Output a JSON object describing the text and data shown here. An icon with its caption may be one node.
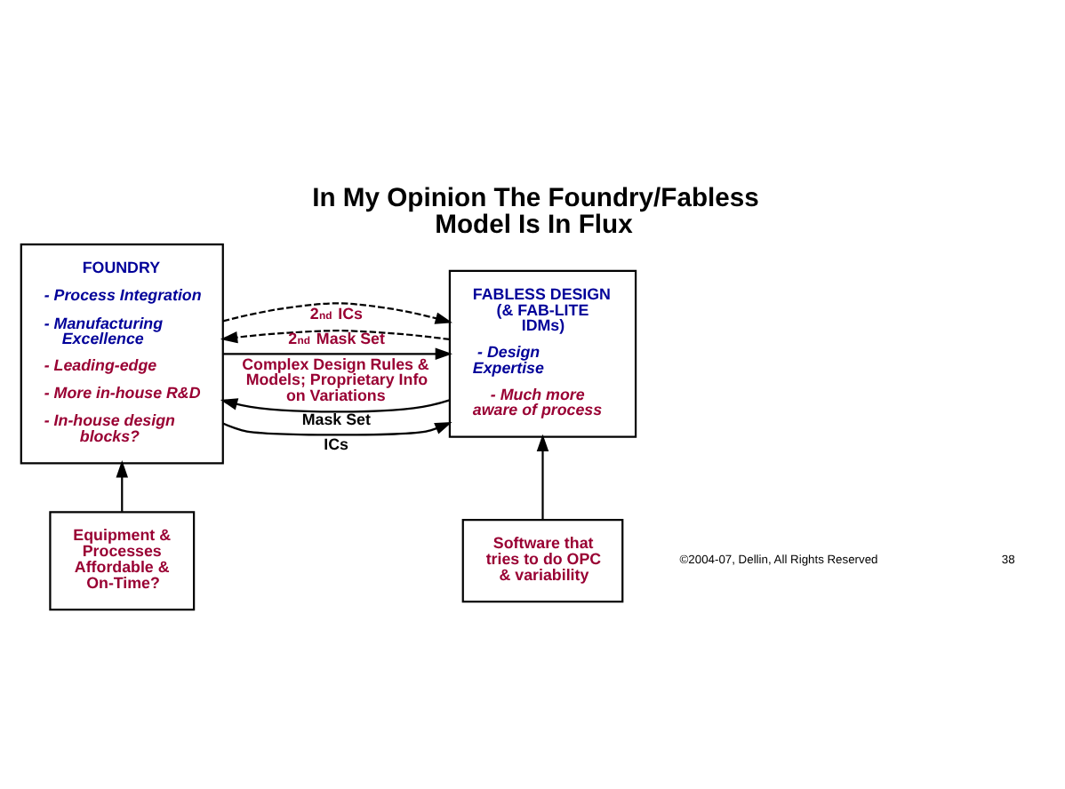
{
  "diagram": {
    "title": "In My Opinion The Foundry/Fabless Model Is In Flux",
    "nodes": [
      {
        "text": [
          "FOUNDRY",
          "- Process Integration",
          "- Manufacturing Excellence",
          "- Leading-edge",
          "- More in-house R&D",
          "- In-house design blocks?"
        ]
      },
      {
        "text": [
          "FABLESS DESIGN (& FAB-LITE IDMs)",
          "- Design Expertise",
          "- Much more aware of process"
        ]
      },
      {
        "text": [
          "Equipment & Processes Affordable & On-Time?"
        ]
      },
      {
        "text": [
          "Software that tries to do OPC & variability"
        ]
      }
    ],
    "edges": [
      {
        "from": 0,
        "to": 1,
        "arrow": "to",
        "label": "Complex Design Rules & Models; Proprietary Info on Variations"
      },
      {
        "from": 1,
        "to": 0,
        "arrow": "to",
        "label": "Mask Set"
      },
      {
        "from": 0,
        "to": 1,
        "arrow": "to",
        "label": "ICs"
      },
      {
        "from": 1,
        "to": 0,
        "arrow": "to",
        "label": "2$^{nd}$ Mask Set",
        "style": "dashed"
      },
      {
        "from": 0,
        "to": 1,
        "arrow": "to",
        "label": "2$^{nd}$ ICs",
        "style": "dashed"
      },
      {
        "from": 2,
        "to": 0,
        "arrow": "to"
      },
      {
        "from": 3,
        "to": 1,
        "arrow": "to"
      }
    ],
    "labels": [
      "©2004-07, Dellin, All Rights Reserved",
      "38"
    ]
  }
}
